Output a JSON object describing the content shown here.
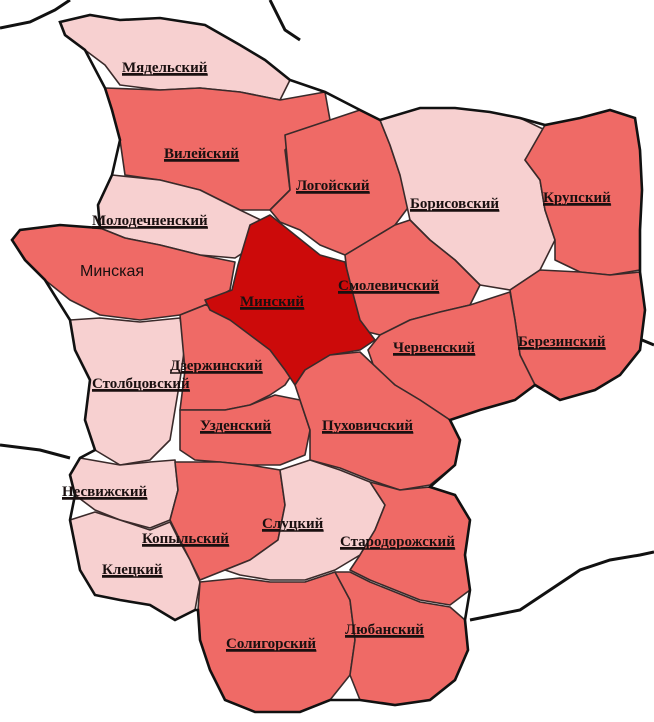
{
  "colors": {
    "light": "#f7d0d0",
    "medium": "#ef6a66",
    "dark": "#cc0a0a",
    "border": "#3a2a2a",
    "outer_border": "#111111",
    "background": "#ffffff"
  },
  "region_label": "Минская",
  "districts": {
    "myadel": "Мядельский",
    "vileika": "Вилейский",
    "logoisk": "Логойский",
    "borisov": "Борисовский",
    "krupki": "Крупский",
    "molodechno": "Молодечненский",
    "minsk": "Минский",
    "smolevichi": "Смолевичский",
    "berezino": "Березинский",
    "cherven": "Червенский",
    "dzerzhinsk": "Дзержинский",
    "stolbtsy": "Столбцовский",
    "uzda": "Узденский",
    "pukhovichi": "Пуховичский",
    "nesvizh": "Несвижский",
    "kopyl": "Копыльский",
    "slutsk": "Слуцкий",
    "starye_dorogi": "Стародорожский",
    "kletsk": "Клецкий",
    "soligorsk": "Солигорский",
    "lyuban": "Любанский"
  },
  "district_shading": {
    "myadel": "light",
    "vileika": "medium",
    "logoisk": "medium",
    "borisov": "light",
    "krupki": "medium",
    "molodechno": "light",
    "minsk": "dark",
    "smolevichi": "medium",
    "berezino": "medium",
    "cherven": "medium",
    "dzerzhinsk": "medium",
    "stolbtsy": "light",
    "uzda": "medium",
    "pukhovichi": "medium",
    "nesvizh": "light",
    "kopyl": "medium",
    "slutsk": "light",
    "starye_dorogi": "medium",
    "kletsk": "light",
    "soligorsk": "medium",
    "lyuban": "medium"
  }
}
